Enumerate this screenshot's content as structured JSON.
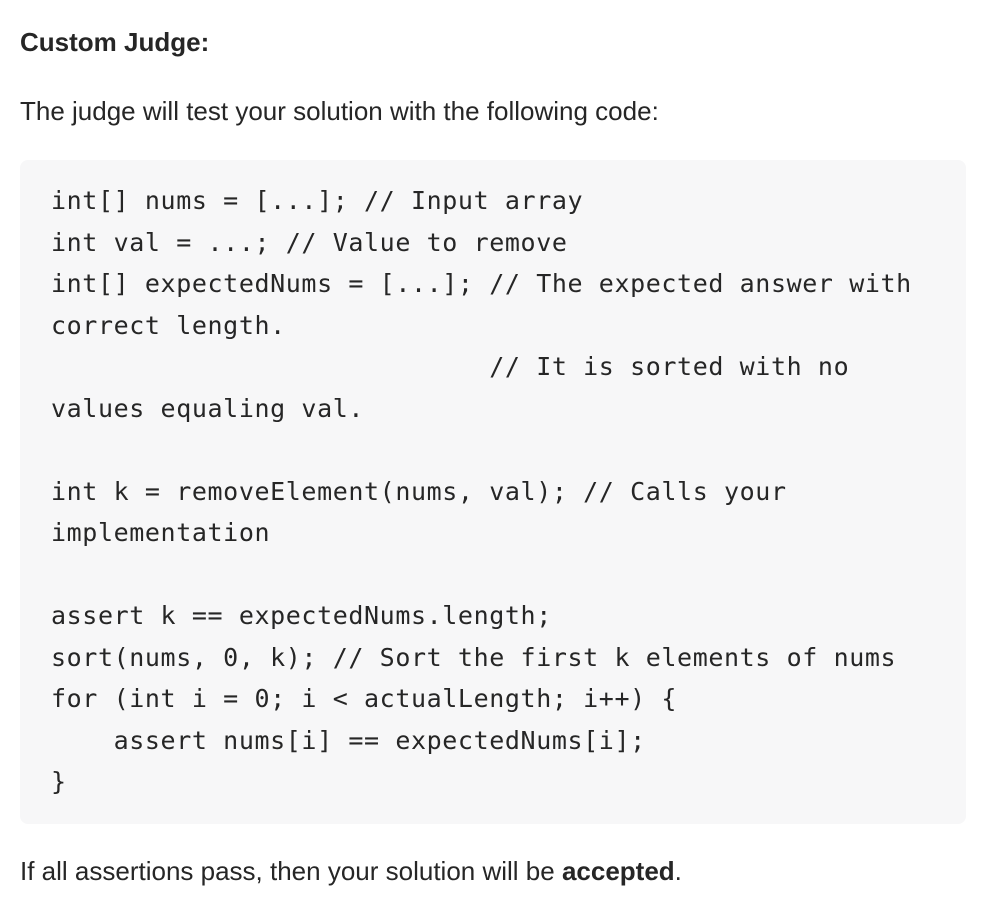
{
  "heading": "Custom Judge:",
  "intro": "The judge will test your solution with the following code:",
  "code": {
    "lines": [
      "int[] nums = [...]; // Input array",
      "int val = ...; // Value to remove",
      "int[] expectedNums = [...]; // The expected answer with",
      "correct length.",
      "                            // It is sorted with no",
      "values equaling val.",
      "",
      "int k = removeElement(nums, val); // Calls your",
      "implementation",
      "",
      "assert k == expectedNums.length;",
      "sort(nums, 0, k); // Sort the first k elements of nums",
      "for (int i = 0; i < actualLength; i++) {",
      "    assert nums[i] == expectedNums[i];",
      "}"
    ]
  },
  "outro": {
    "before": "If all assertions pass, then your solution will be ",
    "bold": "accepted",
    "after": "."
  }
}
